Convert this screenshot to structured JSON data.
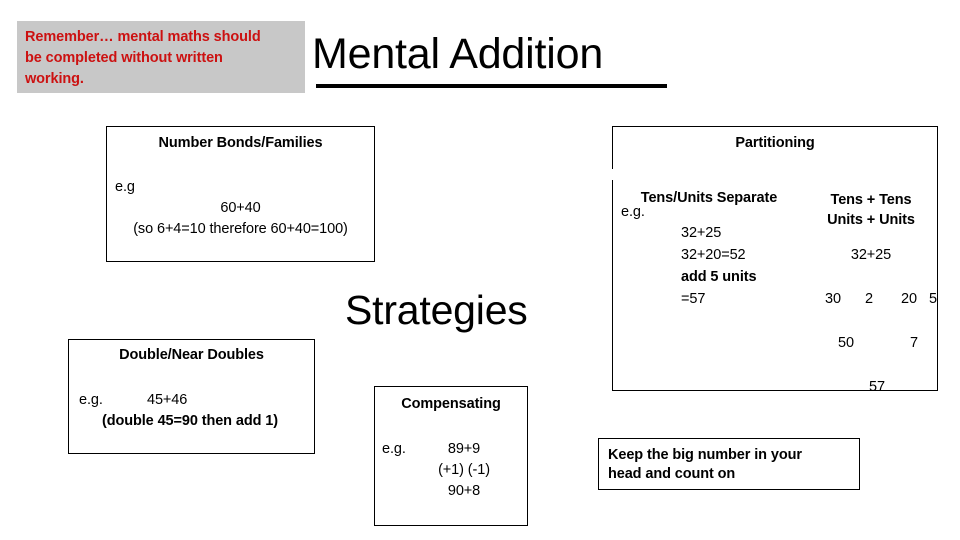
{
  "slide": {
    "title": "Mental Addition",
    "subtitle": "Strategies"
  },
  "reminder": {
    "line1": "Remember… mental maths should",
    "line2": "be completed without written",
    "line3": "working."
  },
  "number_bonds": {
    "title": "Number Bonds/Families",
    "eg_label": "e.g",
    "example": "60+40",
    "explanation": "(so 6+4=10 therefore 60+40=100)"
  },
  "doubles": {
    "title": "Double/Near Doubles",
    "eg_label": "e.g.",
    "example": "45+46",
    "explanation": "(double 45=90 then add 1)"
  },
  "compensating": {
    "title": "Compensating",
    "eg_label": "e.g.",
    "line1": "89+9",
    "line2": "(+1) (-1)",
    "line3": "90+8"
  },
  "partitioning": {
    "title": "Partitioning",
    "col_a_heading": "Tens/Units Separate",
    "col_b_heading_line1": "Tens + Tens",
    "col_b_heading_line2": "Units + Units",
    "eg_label": "e.g.",
    "col_a_lines": [
      "32+25",
      "32+20=52",
      "add 5 units",
      "=57"
    ],
    "col_b_sum": "32+25",
    "tree": {
      "row1": [
        "30",
        "2",
        "20",
        "5"
      ],
      "row2": [
        "50",
        "7"
      ],
      "row3": "57"
    }
  },
  "keep_number": {
    "line1": "Keep the big number in your",
    "line2": "head and count on"
  }
}
